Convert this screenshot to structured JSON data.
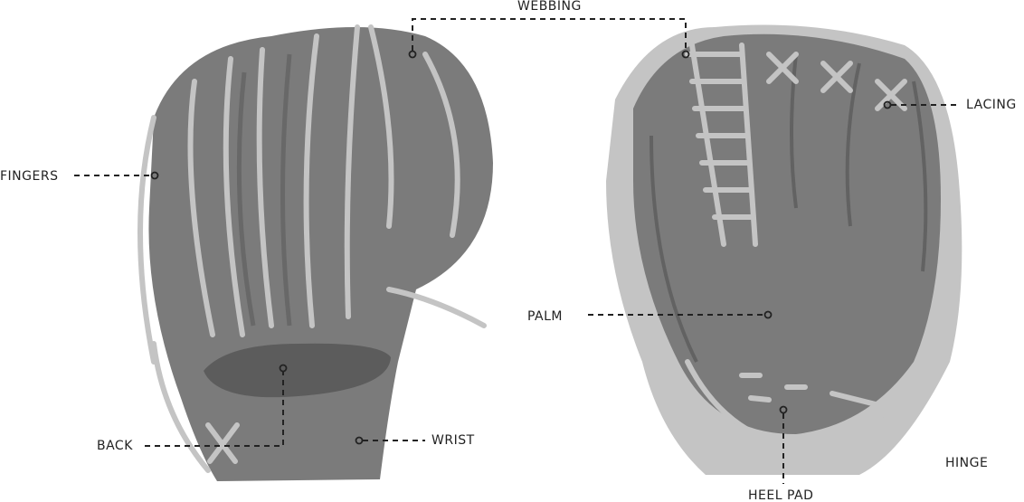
{
  "labels": {
    "webbing": "WEBBING",
    "lacing": "LACING",
    "fingers": "FINGERS",
    "palm": "PALM",
    "back": "BACK",
    "wrist": "WRIST",
    "hinge": "HINGE",
    "heel_pad": "HEEL PAD"
  },
  "colors": {
    "leather": "#7b7b7b",
    "leather_dark": "#5c5c5c",
    "lace": "#c4c4c4",
    "leader": "#222222"
  }
}
